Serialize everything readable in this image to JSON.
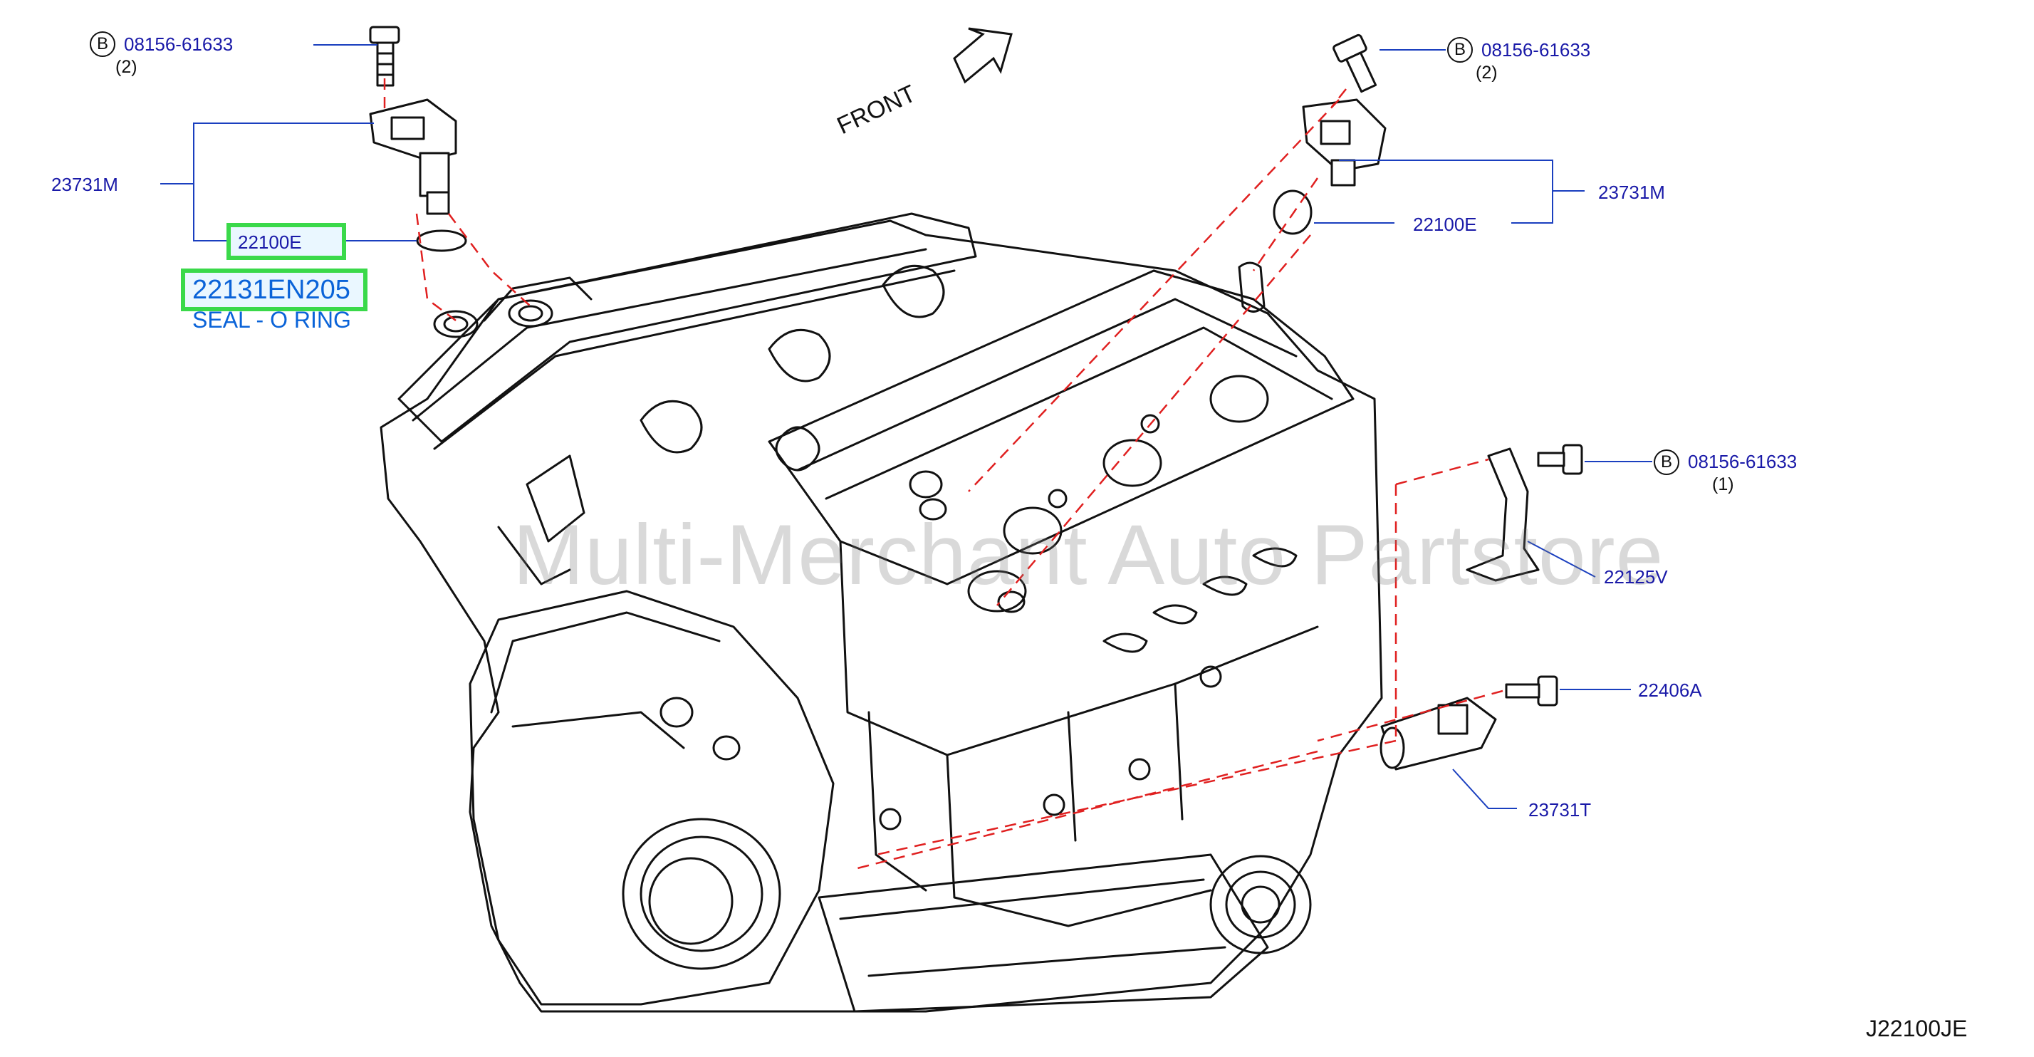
{
  "watermark": "Multi-Merchant Auto Partstore",
  "diagram_code": "J22100JE",
  "front_label": "FRONT",
  "bolt_marker": "B",
  "highlight": {
    "part_number": "22131EN205",
    "description": "SEAL - O RING",
    "color": "#3ad94a"
  },
  "callouts": {
    "bolt_top_left": {
      "code": "08156-61633",
      "qty": "(2)"
    },
    "sensor_left": {
      "code": "23731M"
    },
    "seal_left": {
      "code": "22100E"
    },
    "bolt_top_right": {
      "code": "08156-61633",
      "qty": "(2)"
    },
    "sensor_right": {
      "code": "23731M"
    },
    "seal_right": {
      "code": "22100E"
    },
    "bolt_bracket": {
      "code": "08156-61633",
      "qty": "(1)"
    },
    "bracket": {
      "code": "22125V"
    },
    "bolt_knock": {
      "code": "22406A"
    },
    "sensor_knock": {
      "code": "23731T"
    }
  },
  "colors": {
    "callout_text": "#1a1aa8",
    "leader": "#1a3fbf",
    "guide": "#e02020",
    "line_art": "#111111"
  }
}
